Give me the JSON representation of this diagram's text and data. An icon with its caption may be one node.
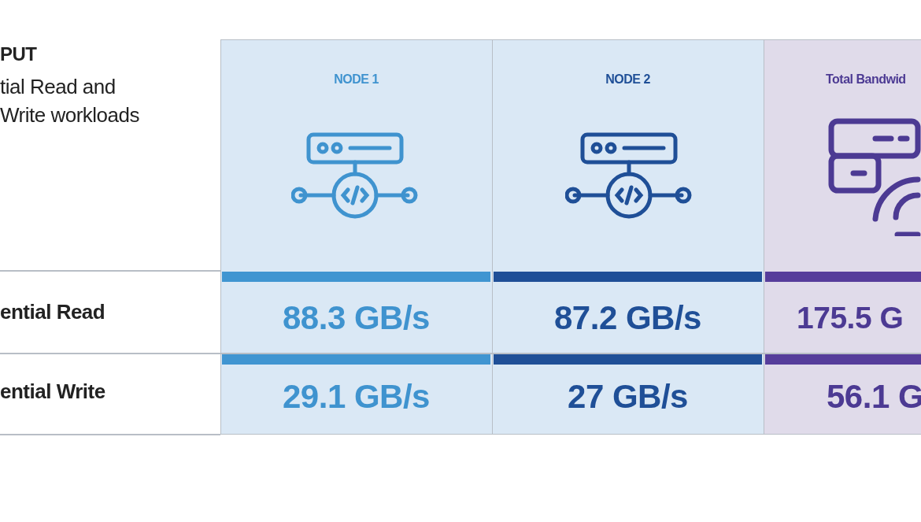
{
  "diagram": {
    "labels": [
      "PUT",
      "tial Read and Write workloads",
      "NODE 1",
      "NODE 2",
      "Total Bandwid",
      "ential Read",
      "88.3 GB/s",
      "87.2 GB/s",
      "175.5 G",
      "ential Write",
      "29.1 GB/s",
      "27 GB/s",
      "56.1 G"
    ]
  }
}
